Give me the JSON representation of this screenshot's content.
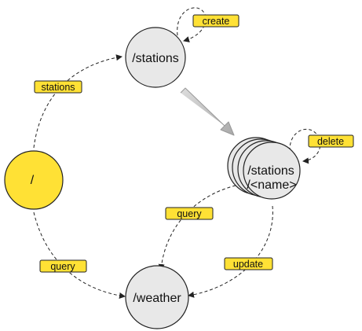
{
  "colors": {
    "node_fill": "#e8e8e8",
    "root_fill": "#ffe135",
    "label_fill": "#ffe135",
    "outline": "#222222",
    "transition_arrow": "#bbbbbb"
  },
  "nodes": {
    "root": {
      "label": "/"
    },
    "stations": {
      "label": "/stations"
    },
    "station_name": {
      "line1": "/stations",
      "line2": "/<name>"
    },
    "weather": {
      "label": "/weather"
    }
  },
  "edges": {
    "root_to_stations": {
      "label": "stations"
    },
    "stations_create": {
      "label": "create"
    },
    "station_delete": {
      "label": "delete"
    },
    "station_query": {
      "label": "query"
    },
    "station_update": {
      "label": "update"
    },
    "root_query": {
      "label": "query"
    }
  }
}
